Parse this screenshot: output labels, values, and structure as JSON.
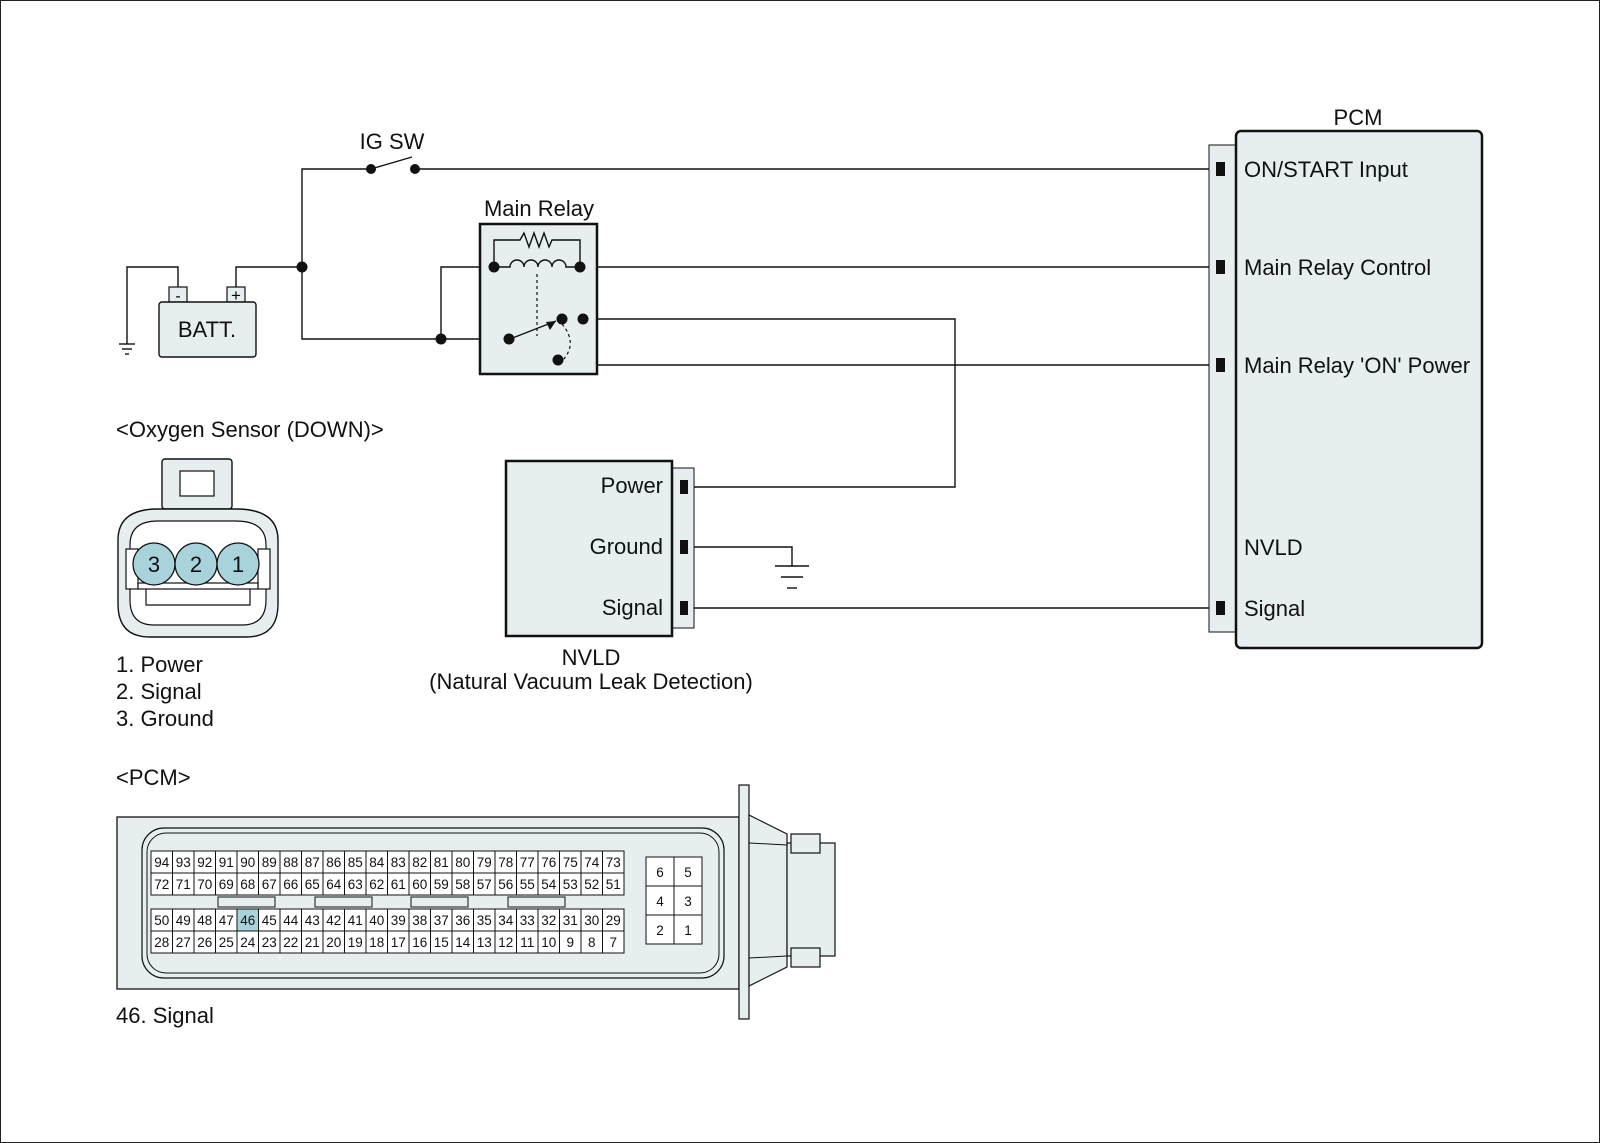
{
  "labels": {
    "ig_sw": "IG SW",
    "main_relay": "Main Relay",
    "batt": "BATT.",
    "batt_minus": "-",
    "batt_plus": "+",
    "pcm_title": "PCM",
    "pcm_on_start": "ON/START Input",
    "pcm_main_relay_control": "Main Relay Control",
    "pcm_main_relay_on_power": "Main Relay 'ON' Power",
    "pcm_nvld": "NVLD",
    "pcm_signal": "Signal",
    "nvld_power": "Power",
    "nvld_ground": "Ground",
    "nvld_signal": "Signal",
    "nvld_title": "NVLD",
    "nvld_subtitle": "(Natural Vacuum Leak Detection)"
  },
  "oxygen_sensor": {
    "title": "<Oxygen Sensor (DOWN)>",
    "pins": [
      "3",
      "2",
      "1"
    ],
    "legend": [
      "1. Power",
      "2. Signal",
      "3. Ground"
    ]
  },
  "pcm_connector": {
    "title": "<PCM>",
    "row1": [
      "94",
      "93",
      "92",
      "91",
      "90",
      "89",
      "88",
      "87",
      "86",
      "85",
      "84",
      "83",
      "82",
      "81",
      "80",
      "79",
      "78",
      "77",
      "76",
      "75",
      "74",
      "73"
    ],
    "row2": [
      "72",
      "71",
      "70",
      "69",
      "68",
      "67",
      "66",
      "65",
      "64",
      "63",
      "62",
      "61",
      "60",
      "59",
      "58",
      "57",
      "56",
      "55",
      "54",
      "53",
      "52",
      "51"
    ],
    "row3": [
      "50",
      "49",
      "48",
      "47",
      "46",
      "45",
      "44",
      "43",
      "42",
      "41",
      "40",
      "39",
      "38",
      "37",
      "36",
      "35",
      "34",
      "33",
      "32",
      "31",
      "30",
      "29"
    ],
    "row4": [
      "28",
      "27",
      "26",
      "25",
      "24",
      "23",
      "22",
      "21",
      "20",
      "19",
      "18",
      "17",
      "16",
      "15",
      "14",
      "13",
      "12",
      "11",
      "10",
      "9",
      "8",
      "7"
    ],
    "right_block": [
      [
        "6",
        "5"
      ],
      [
        "4",
        "3"
      ],
      [
        "2",
        "1"
      ]
    ],
    "highlight_pin": "46",
    "highlight_color": "#a9d3da",
    "legend": "46. Signal"
  },
  "colors": {
    "box_fill": "#e6eef0",
    "sensor_pin_fill": "#a9d3da",
    "wire": "#111111"
  }
}
